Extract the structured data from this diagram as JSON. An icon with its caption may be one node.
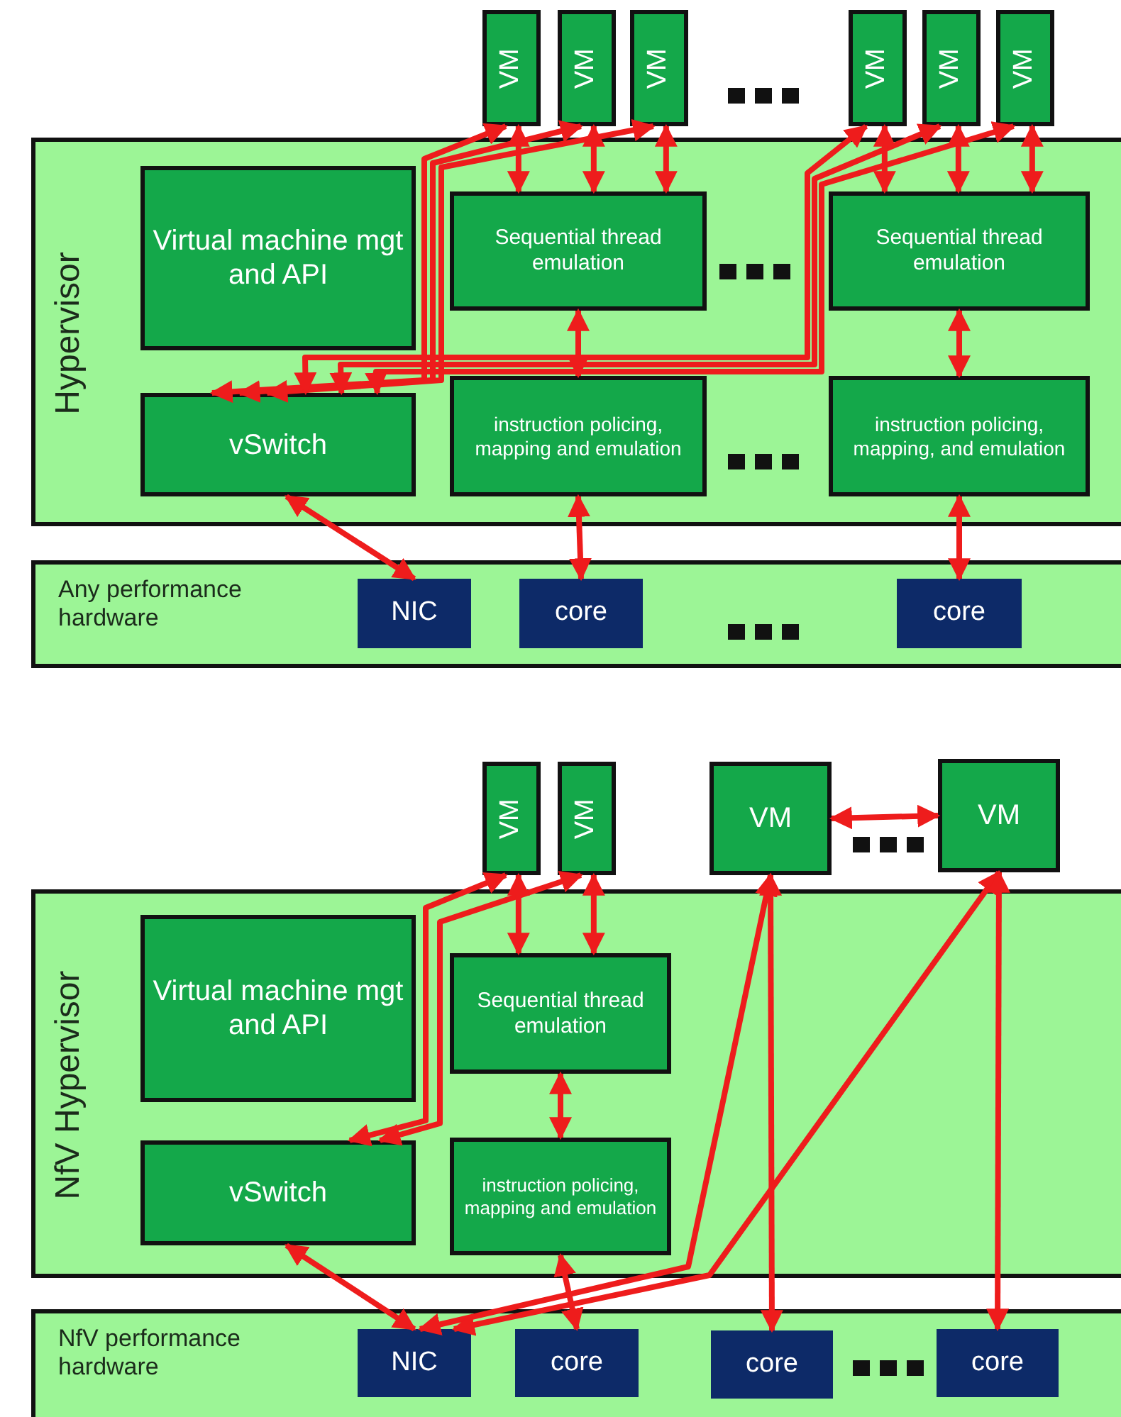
{
  "diagram": {
    "nodes": [
      {
        "text": [
          "VM"
        ]
      },
      {
        "text": [
          "VM"
        ]
      },
      {
        "text": [
          "VM"
        ]
      },
      {
        "text": [
          "VM"
        ]
      },
      {
        "text": [
          "VM"
        ]
      },
      {
        "text": [
          "VM"
        ]
      },
      {
        "text": [
          "Hypervisor"
        ]
      },
      {
        "text": [
          "Virtual machine mgt and API"
        ],
        "in": 6
      },
      {
        "text": [
          "Sequential thread emulation"
        ],
        "in": 6
      },
      {
        "text": [
          "Sequential thread emulation"
        ],
        "in": 6
      },
      {
        "text": [
          "vSwitch"
        ],
        "in": 6
      },
      {
        "text": [
          "instruction policing, mapping and emulation"
        ],
        "in": 6
      },
      {
        "text": [
          "instruction policing, mapping, and emulation"
        ],
        "in": 6
      },
      {
        "text": [
          "Any performance hardware"
        ]
      },
      {
        "text": [
          "NIC"
        ],
        "in": 13
      },
      {
        "text": [
          "core"
        ],
        "in": 13
      },
      {
        "text": [
          "core"
        ],
        "in": 13
      },
      {
        "text": [
          "VM"
        ]
      },
      {
        "text": [
          "VM"
        ]
      },
      {
        "text": [
          "VM"
        ]
      },
      {
        "text": [
          "VM"
        ]
      },
      {
        "text": [
          "NfV Hypervisor"
        ]
      },
      {
        "text": [
          "Virtual machine mgt and API"
        ],
        "in": 21
      },
      {
        "text": [
          "Sequential thread emulation"
        ],
        "in": 21
      },
      {
        "text": [
          "vSwitch"
        ],
        "in": 21
      },
      {
        "text": [
          "instruction policing, mapping and emulation"
        ],
        "in": 21
      },
      {
        "text": [
          "NfV performance hardware"
        ]
      },
      {
        "text": [
          "NIC"
        ],
        "in": 26
      },
      {
        "text": [
          "core"
        ],
        "in": 26
      },
      {
        "text": [
          "core"
        ],
        "in": 26
      },
      {
        "text": [
          "core"
        ],
        "in": 26
      }
    ],
    "edges": [
      {
        "from": 0,
        "to": 10,
        "arrow": "both"
      },
      {
        "from": 1,
        "to": 10,
        "arrow": "both"
      },
      {
        "from": 2,
        "to": 10,
        "arrow": "both"
      },
      {
        "from": 3,
        "to": 10,
        "arrow": "both"
      },
      {
        "from": 4,
        "to": 10,
        "arrow": "both"
      },
      {
        "from": 5,
        "to": 10,
        "arrow": "both"
      },
      {
        "from": 0,
        "to": 8,
        "arrow": "both"
      },
      {
        "from": 1,
        "to": 8,
        "arrow": "both"
      },
      {
        "from": 2,
        "to": 8,
        "arrow": "both"
      },
      {
        "from": 3,
        "to": 9,
        "arrow": "both"
      },
      {
        "from": 4,
        "to": 9,
        "arrow": "both"
      },
      {
        "from": 5,
        "to": 9,
        "arrow": "both"
      },
      {
        "from": 8,
        "to": 11,
        "arrow": "both"
      },
      {
        "from": 9,
        "to": 12,
        "arrow": "both"
      },
      {
        "from": 10,
        "to": 14,
        "arrow": "both"
      },
      {
        "from": 11,
        "to": 15,
        "arrow": "both"
      },
      {
        "from": 12,
        "to": 16,
        "arrow": "both"
      },
      {
        "from": 17,
        "to": 24,
        "arrow": "both"
      },
      {
        "from": 18,
        "to": 24,
        "arrow": "both"
      },
      {
        "from": 17,
        "to": 23,
        "arrow": "both"
      },
      {
        "from": 18,
        "to": 23,
        "arrow": "both"
      },
      {
        "from": 23,
        "to": 25,
        "arrow": "both"
      },
      {
        "from": 25,
        "to": 28,
        "arrow": "both"
      },
      {
        "from": 24,
        "to": 27,
        "arrow": "both"
      },
      {
        "from": 27,
        "to": 19,
        "arrow": "both"
      },
      {
        "from": 27,
        "to": 20,
        "arrow": "both"
      },
      {
        "from": 19,
        "to": 29,
        "arrow": "both"
      },
      {
        "from": 20,
        "to": 30,
        "arrow": "both"
      },
      {
        "from": 19,
        "to": 20,
        "arrow": "both"
      }
    ]
  }
}
